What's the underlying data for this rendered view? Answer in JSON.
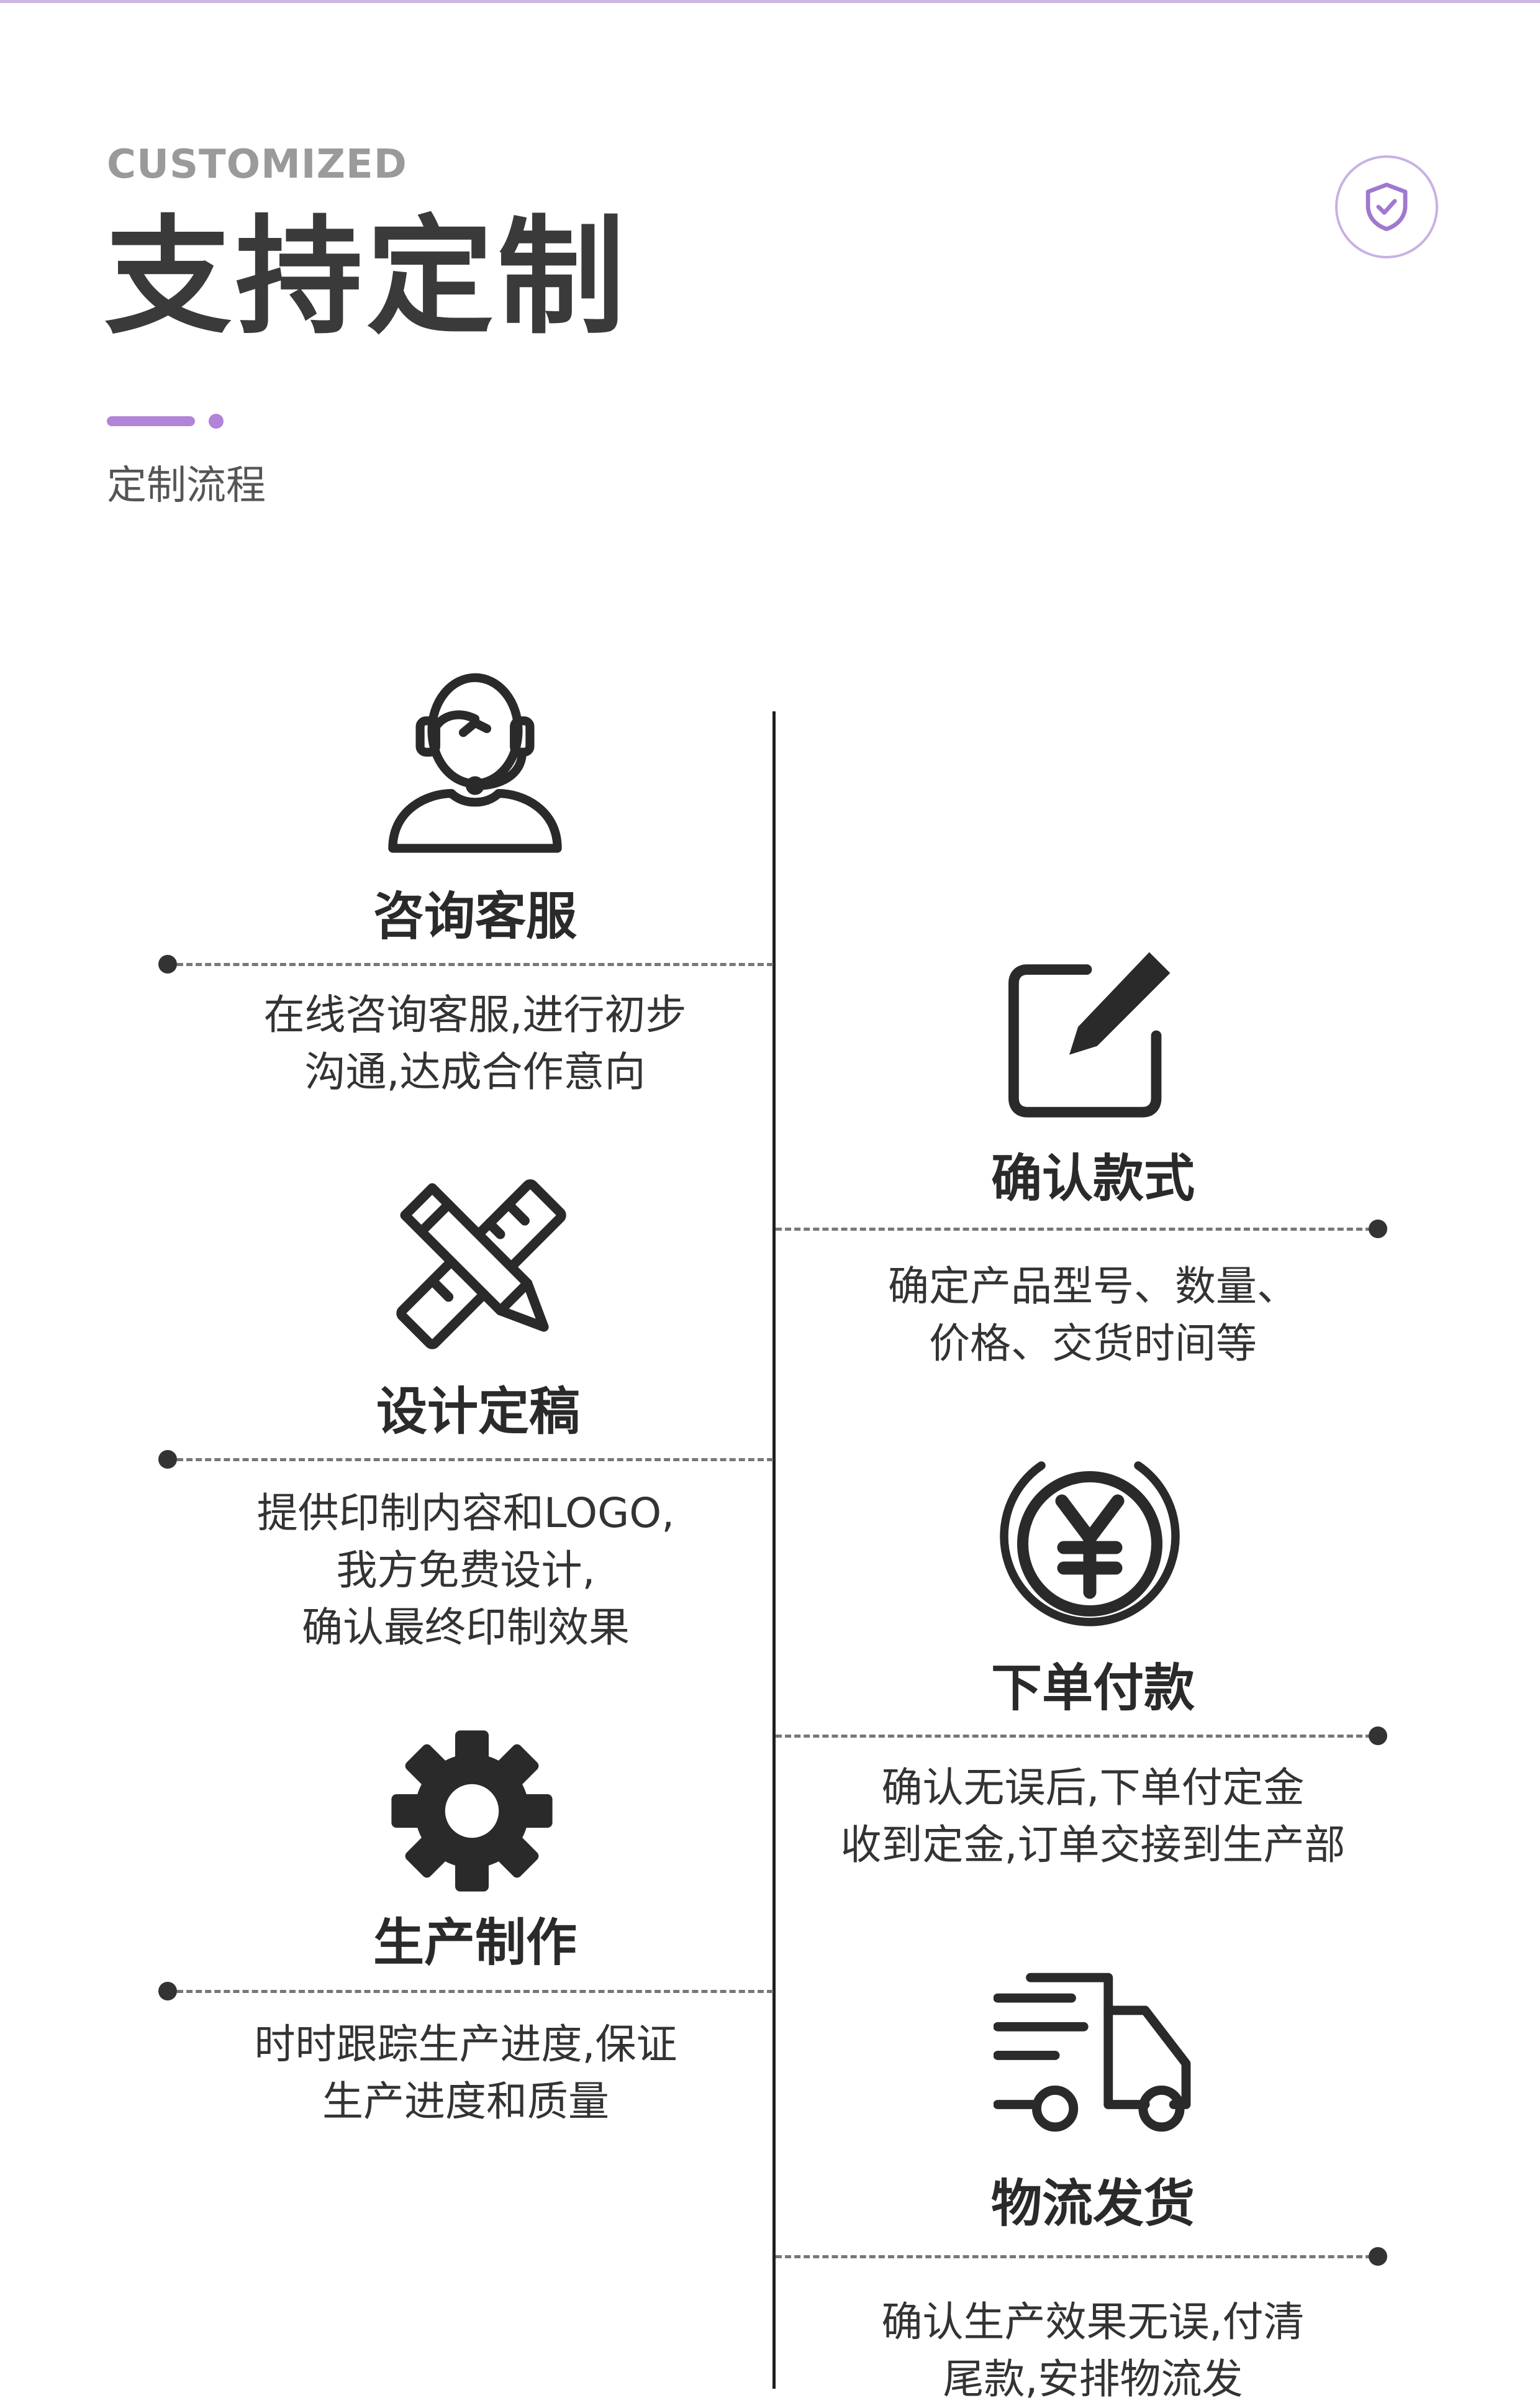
{
  "header": {
    "eyebrow": "CUSTOMIZED",
    "title": "支持定制",
    "subtitle": "定制流程"
  },
  "steps": [
    {
      "title": "咨询客服",
      "icon": "customer-service-icon",
      "lines": [
        "在线咨询客服,进行初步",
        "沟通,达成合作意向"
      ]
    },
    {
      "title": "确认款式",
      "icon": "edit-icon",
      "lines": [
        "确定产品型号、数量、",
        "价格、交货时间等"
      ]
    },
    {
      "title": "设计定稿",
      "icon": "design-tools-icon",
      "lines": [
        "提供印制内容和LOGO,",
        "我方免费设计,",
        "确认最终印制效果"
      ]
    },
    {
      "title": "下单付款",
      "icon": "yuan-icon",
      "lines": [
        "确认无误后,下单付定金",
        "收到定金,订单交接到生产部"
      ]
    },
    {
      "title": "生产制作",
      "icon": "gear-icon",
      "lines": [
        "时时跟踪生产进度,保证",
        "生产进度和质量"
      ]
    },
    {
      "title": "物流发货",
      "icon": "truck-icon",
      "lines": [
        "确认生产效果无误,付清",
        "尾款,安排物流发"
      ]
    }
  ],
  "colors": {
    "accent": "#b184d9",
    "text": "#333333",
    "muted": "#9a9a9a"
  }
}
